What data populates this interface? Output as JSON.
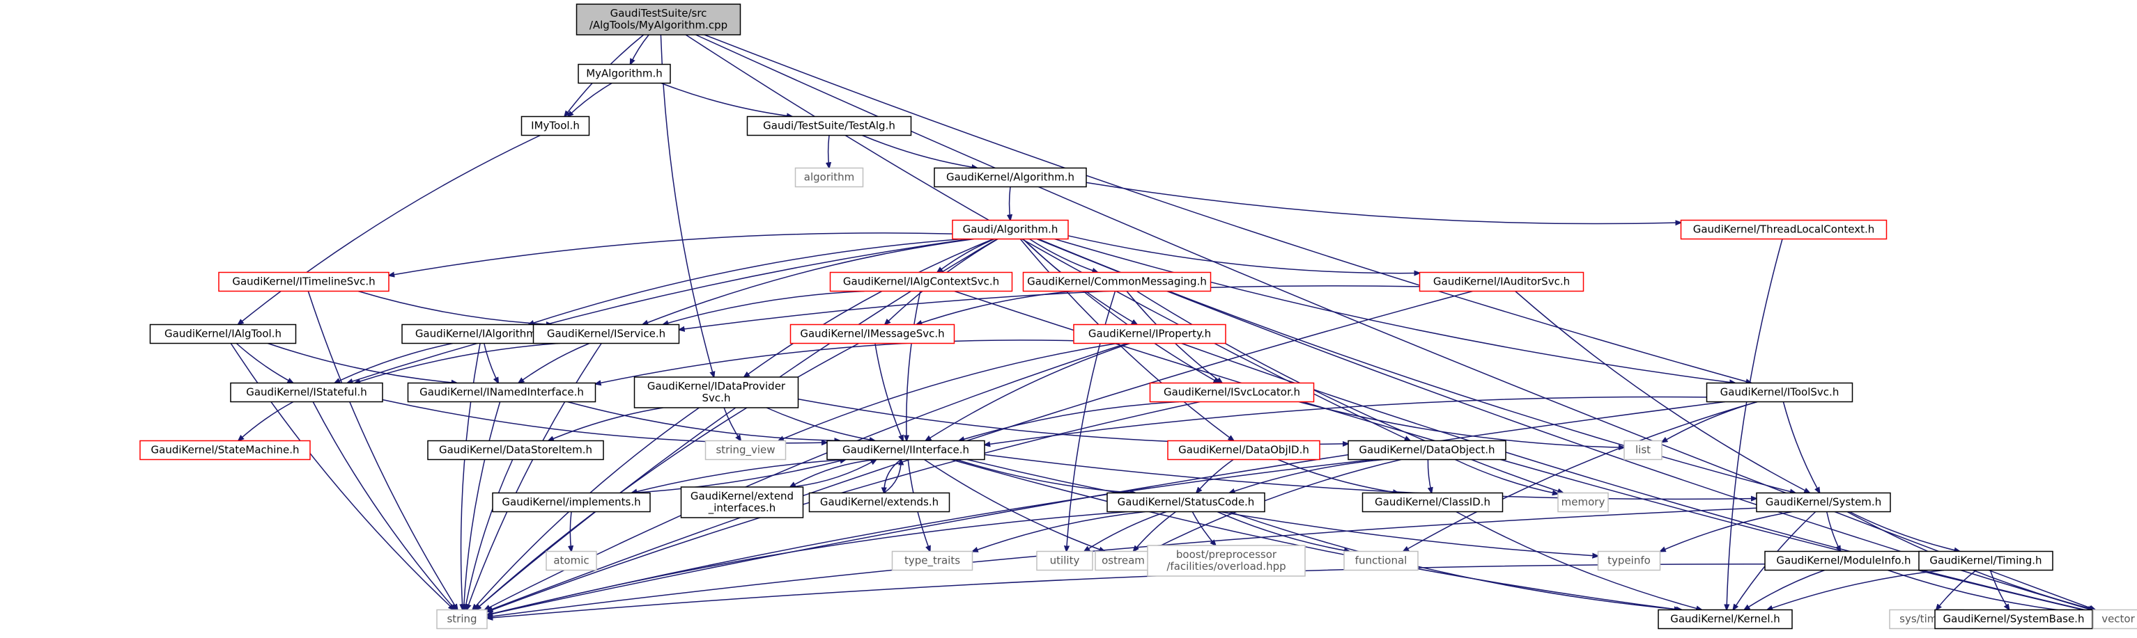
{
  "colors": {
    "edge": "#191970",
    "root_fill": "#bfbfbf",
    "border_normal": "#000000",
    "border_red": "#ff0000",
    "border_gray": "#bfbfbf",
    "text_normal": "#000000",
    "text_gray": "#555555"
  },
  "nodes": [
    {
      "id": "root",
      "lines": [
        "GaudiTestSuite/src",
        "/AlgTools/MyAlgorithm.cpp"
      ],
      "style": "root"
    },
    {
      "id": "myalgorithm_h",
      "lines": [
        "MyAlgorithm.h"
      ],
      "style": "normal"
    },
    {
      "id": "imytool_h",
      "lines": [
        "IMyTool.h"
      ],
      "style": "normal"
    },
    {
      "id": "testalg_h",
      "lines": [
        "Gaudi/TestSuite/TestAlg.h"
      ],
      "style": "normal"
    },
    {
      "id": "algorithm_std",
      "lines": [
        "algorithm"
      ],
      "style": "gray"
    },
    {
      "id": "gk_algorithm_h",
      "lines": [
        "GaudiKernel/Algorithm.h"
      ],
      "style": "normal"
    },
    {
      "id": "gaudi_algorithm_h",
      "lines": [
        "Gaudi/Algorithm.h"
      ],
      "style": "red"
    },
    {
      "id": "threadlocalcontext_h",
      "lines": [
        "GaudiKernel/ThreadLocalContext.h"
      ],
      "style": "red"
    },
    {
      "id": "itimelinesvc_h",
      "lines": [
        "GaudiKernel/ITimelineSvc.h"
      ],
      "style": "red"
    },
    {
      "id": "ialgcontextsvc_h",
      "lines": [
        "GaudiKernel/IAlgContextSvc.h"
      ],
      "style": "red"
    },
    {
      "id": "commonmessaging_h",
      "lines": [
        "GaudiKernel/CommonMessaging.h"
      ],
      "style": "red"
    },
    {
      "id": "iauditorsvc_h",
      "lines": [
        "GaudiKernel/IAuditorSvc.h"
      ],
      "style": "red"
    },
    {
      "id": "ialgtool_h",
      "lines": [
        "GaudiKernel/IAlgTool.h"
      ],
      "style": "normal"
    },
    {
      "id": "ialgorithm_h",
      "lines": [
        "GaudiKernel/IAlgorithm.h"
      ],
      "style": "normal"
    },
    {
      "id": "iservice_h",
      "lines": [
        "GaudiKernel/IService.h"
      ],
      "style": "normal"
    },
    {
      "id": "imessagesvc_h",
      "lines": [
        "GaudiKernel/IMessageSvc.h"
      ],
      "style": "red"
    },
    {
      "id": "iproperty_h",
      "lines": [
        "GaudiKernel/IProperty.h"
      ],
      "style": "red"
    },
    {
      "id": "istateful_h",
      "lines": [
        "GaudiKernel/IStateful.h"
      ],
      "style": "normal"
    },
    {
      "id": "inamedinterface_h",
      "lines": [
        "GaudiKernel/INamedInterface.h"
      ],
      "style": "normal"
    },
    {
      "id": "idataprovidersvc_h",
      "lines": [
        "GaudiKernel/IDataProvider",
        "Svc.h"
      ],
      "style": "normal"
    },
    {
      "id": "isvclocator_h",
      "lines": [
        "GaudiKernel/ISvcLocator.h"
      ],
      "style": "red"
    },
    {
      "id": "itoolsvc_h",
      "lines": [
        "GaudiKernel/IToolSvc.h"
      ],
      "style": "normal"
    },
    {
      "id": "statemachine_h",
      "lines": [
        "GaudiKernel/StateMachine.h"
      ],
      "style": "red"
    },
    {
      "id": "datastoreitem_h",
      "lines": [
        "GaudiKernel/DataStoreItem.h"
      ],
      "style": "normal"
    },
    {
      "id": "string_view",
      "lines": [
        "string_view"
      ],
      "style": "gray"
    },
    {
      "id": "iinterface_h",
      "lines": [
        "GaudiKernel/IInterface.h"
      ],
      "style": "normal"
    },
    {
      "id": "dataobjid_h",
      "lines": [
        "GaudiKernel/DataObjID.h"
      ],
      "style": "red"
    },
    {
      "id": "dataobject_h",
      "lines": [
        "GaudiKernel/DataObject.h"
      ],
      "style": "normal"
    },
    {
      "id": "list",
      "lines": [
        "list"
      ],
      "style": "gray"
    },
    {
      "id": "memory",
      "lines": [
        "memory"
      ],
      "style": "gray"
    },
    {
      "id": "system_h",
      "lines": [
        "GaudiKernel/System.h"
      ],
      "style": "normal"
    },
    {
      "id": "implements_h",
      "lines": [
        "GaudiKernel/implements.h"
      ],
      "style": "normal"
    },
    {
      "id": "extend_interfaces_h",
      "lines": [
        "GaudiKernel/extend",
        "_interfaces.h"
      ],
      "style": "normal"
    },
    {
      "id": "extends_h",
      "lines": [
        "GaudiKernel/extends.h"
      ],
      "style": "normal"
    },
    {
      "id": "statuscode_h",
      "lines": [
        "GaudiKernel/StatusCode.h"
      ],
      "style": "normal"
    },
    {
      "id": "classid_h",
      "lines": [
        "GaudiKernel/ClassID.h"
      ],
      "style": "normal"
    },
    {
      "id": "atomic",
      "lines": [
        "atomic"
      ],
      "style": "gray"
    },
    {
      "id": "type_traits",
      "lines": [
        "type_traits"
      ],
      "style": "gray"
    },
    {
      "id": "utility",
      "lines": [
        "utility"
      ],
      "style": "gray"
    },
    {
      "id": "ostream",
      "lines": [
        "ostream"
      ],
      "style": "gray"
    },
    {
      "id": "boost_overload",
      "lines": [
        "boost/preprocessor",
        "/facilities/overload.hpp"
      ],
      "style": "gray"
    },
    {
      "id": "functional",
      "lines": [
        "functional"
      ],
      "style": "gray"
    },
    {
      "id": "typeinfo",
      "lines": [
        "typeinfo"
      ],
      "style": "gray"
    },
    {
      "id": "moduleinfo_h",
      "lines": [
        "GaudiKernel/ModuleInfo.h"
      ],
      "style": "normal"
    },
    {
      "id": "timing_h",
      "lines": [
        "GaudiKernel/Timing.h"
      ],
      "style": "normal"
    },
    {
      "id": "string",
      "lines": [
        "string"
      ],
      "style": "gray"
    },
    {
      "id": "kernel_h",
      "lines": [
        "GaudiKernel/Kernel.h"
      ],
      "style": "normal"
    },
    {
      "id": "sys_time_h",
      "lines": [
        "sys/time.h"
      ],
      "style": "gray"
    },
    {
      "id": "systembase_h",
      "lines": [
        "GaudiKernel/SystemBase.h"
      ],
      "style": "normal"
    },
    {
      "id": "vector",
      "lines": [
        "vector"
      ],
      "style": "gray"
    }
  ],
  "edges": [
    [
      "root",
      "myalgorithm_h"
    ],
    [
      "root",
      "imytool_h"
    ],
    [
      "root",
      "idataprovidersvc_h"
    ],
    [
      "root",
      "dataobject_h"
    ],
    [
      "root",
      "itoolsvc_h"
    ],
    [
      "root",
      "vector"
    ],
    [
      "myalgorithm_h",
      "imytool_h"
    ],
    [
      "myalgorithm_h",
      "testalg_h"
    ],
    [
      "imytool_h",
      "ialgtool_h"
    ],
    [
      "testalg_h",
      "algorithm_std"
    ],
    [
      "testalg_h",
      "gk_algorithm_h"
    ],
    [
      "gk_algorithm_h",
      "gaudi_algorithm_h"
    ],
    [
      "gk_algorithm_h",
      "threadlocalcontext_h"
    ],
    [
      "threadlocalcontext_h",
      "kernel_h"
    ],
    [
      "gaudi_algorithm_h",
      "itimelinesvc_h"
    ],
    [
      "gaudi_algorithm_h",
      "ialgcontextsvc_h"
    ],
    [
      "gaudi_algorithm_h",
      "commonmessaging_h"
    ],
    [
      "gaudi_algorithm_h",
      "iauditorsvc_h"
    ],
    [
      "gaudi_algorithm_h",
      "ialgorithm_h"
    ],
    [
      "gaudi_algorithm_h",
      "iservice_h"
    ],
    [
      "gaudi_algorithm_h",
      "imessagesvc_h"
    ],
    [
      "gaudi_algorithm_h",
      "iproperty_h"
    ],
    [
      "gaudi_algorithm_h",
      "istateful_h"
    ],
    [
      "gaudi_algorithm_h",
      "idataprovidersvc_h"
    ],
    [
      "gaudi_algorithm_h",
      "isvclocator_h"
    ],
    [
      "gaudi_algorithm_h",
      "dataobjid_h"
    ],
    [
      "gaudi_algorithm_h",
      "itoolsvc_h"
    ],
    [
      "gaudi_algorithm_h",
      "system_h"
    ],
    [
      "gaudi_algorithm_h",
      "string"
    ],
    [
      "gaudi_algorithm_h",
      "vector"
    ],
    [
      "itimelinesvc_h",
      "iservice_h"
    ],
    [
      "itimelinesvc_h",
      "string"
    ],
    [
      "ialgcontextsvc_h",
      "iservice_h"
    ],
    [
      "ialgcontextsvc_h",
      "iinterface_h"
    ],
    [
      "ialgcontextsvc_h",
      "vector"
    ],
    [
      "commonmessaging_h",
      "imessagesvc_h"
    ],
    [
      "commonmessaging_h",
      "isvclocator_h"
    ],
    [
      "commonmessaging_h",
      "memory"
    ],
    [
      "commonmessaging_h",
      "utility"
    ],
    [
      "iauditorsvc_h",
      "iservice_h"
    ],
    [
      "iauditorsvc_h",
      "system_h"
    ],
    [
      "iauditorsvc_h",
      "string"
    ],
    [
      "ialgtool_h",
      "istateful_h"
    ],
    [
      "ialgtool_h",
      "inamedinterface_h"
    ],
    [
      "ialgtool_h",
      "string"
    ],
    [
      "ialgorithm_h",
      "istateful_h"
    ],
    [
      "ialgorithm_h",
      "inamedinterface_h"
    ],
    [
      "ialgorithm_h",
      "string"
    ],
    [
      "iservice_h",
      "istateful_h"
    ],
    [
      "iservice_h",
      "inamedinterface_h"
    ],
    [
      "iservice_h",
      "string"
    ],
    [
      "imessagesvc_h",
      "iinterface_h"
    ],
    [
      "imessagesvc_h",
      "string"
    ],
    [
      "iproperty_h",
      "inamedinterface_h"
    ],
    [
      "iproperty_h",
      "iinterface_h"
    ],
    [
      "iproperty_h",
      "string"
    ],
    [
      "iproperty_h",
      "string_view"
    ],
    [
      "iproperty_h",
      "vector"
    ],
    [
      "istateful_h",
      "statemachine_h"
    ],
    [
      "istateful_h",
      "iinterface_h"
    ],
    [
      "istateful_h",
      "string"
    ],
    [
      "inamedinterface_h",
      "iinterface_h"
    ],
    [
      "inamedinterface_h",
      "string"
    ],
    [
      "idataprovidersvc_h",
      "datastoreitem_h"
    ],
    [
      "idataprovidersvc_h",
      "iinterface_h"
    ],
    [
      "idataprovidersvc_h",
      "dataobject_h"
    ],
    [
      "idataprovidersvc_h",
      "string_view"
    ],
    [
      "idataprovidersvc_h",
      "string"
    ],
    [
      "isvclocator_h",
      "iinterface_h"
    ],
    [
      "isvclocator_h",
      "list"
    ],
    [
      "isvclocator_h",
      "string"
    ],
    [
      "itoolsvc_h",
      "iinterface_h"
    ],
    [
      "itoolsvc_h",
      "system_h"
    ],
    [
      "itoolsvc_h",
      "list"
    ],
    [
      "itoolsvc_h",
      "string"
    ],
    [
      "itoolsvc_h",
      "functional"
    ],
    [
      "datastoreitem_h",
      "string"
    ],
    [
      "iinterface_h",
      "implements_h"
    ],
    [
      "iinterface_h",
      "extend_interfaces_h"
    ],
    [
      "iinterface_h",
      "extends_h"
    ],
    [
      "iinterface_h",
      "statuscode_h"
    ],
    [
      "iinterface_h",
      "system_h"
    ],
    [
      "iinterface_h",
      "kernel_h"
    ],
    [
      "iinterface_h",
      "type_traits"
    ],
    [
      "iinterface_h",
      "ostream"
    ],
    [
      "iinterface_h",
      "typeinfo"
    ],
    [
      "implements_h",
      "iinterface_h"
    ],
    [
      "implements_h",
      "atomic"
    ],
    [
      "extend_interfaces_h",
      "iinterface_h"
    ],
    [
      "extends_h",
      "iinterface_h"
    ],
    [
      "dataobjid_h",
      "statuscode_h"
    ],
    [
      "dataobjid_h",
      "classid_h"
    ],
    [
      "dataobject_h",
      "statuscode_h"
    ],
    [
      "dataobject_h",
      "classid_h"
    ],
    [
      "dataobject_h",
      "memory"
    ],
    [
      "dataobject_h",
      "ostream"
    ],
    [
      "dataobject_h",
      "string"
    ],
    [
      "classid_h",
      "kernel_h"
    ],
    [
      "statuscode_h",
      "boost_overload"
    ],
    [
      "statuscode_h",
      "ostream"
    ],
    [
      "statuscode_h",
      "type_traits"
    ],
    [
      "statuscode_h",
      "utility"
    ],
    [
      "statuscode_h",
      "functional"
    ],
    [
      "statuscode_h",
      "kernel_h"
    ],
    [
      "statuscode_h",
      "string"
    ],
    [
      "system_h",
      "moduleinfo_h"
    ],
    [
      "system_h",
      "timing_h"
    ],
    [
      "system_h",
      "kernel_h"
    ],
    [
      "system_h",
      "string"
    ],
    [
      "system_h",
      "typeinfo"
    ],
    [
      "system_h",
      "vector"
    ],
    [
      "moduleinfo_h",
      "kernel_h"
    ],
    [
      "moduleinfo_h",
      "string"
    ],
    [
      "moduleinfo_h",
      "vector"
    ],
    [
      "timing_h",
      "kernel_h"
    ],
    [
      "timing_h",
      "systembase_h"
    ],
    [
      "timing_h",
      "sys_time_h"
    ]
  ]
}
